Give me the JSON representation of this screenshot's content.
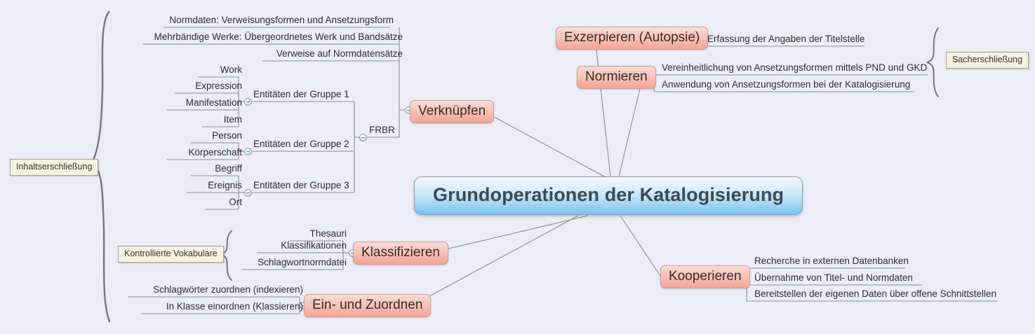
{
  "diagram": {
    "type": "mind-map",
    "title": "Grundoperationen der Katalogisierung",
    "background_color": "#ecedf7",
    "root_color": "#9ed2f3",
    "branch_color": "#f4a596",
    "group_label_color": "#f4f3e2"
  },
  "root": {
    "label": "Grundoperationen der Katalogisierung"
  },
  "groups": {
    "left": {
      "label": "Inhaltserschließung"
    },
    "vocab": {
      "label": "Kontrollierte Vokabulare"
    },
    "right": {
      "label": "Sacherschließung"
    }
  },
  "branches": [
    {
      "id": "verknuepfen",
      "label": "Verknüpfen",
      "children": [
        {
          "label": "Normdaten: Verweisungsformen und Ansetzungsform"
        },
        {
          "label": "Mehrbändige Werke: Übergeordnetes Werk und Bandsätze"
        },
        {
          "label": "Verweise auf Normdatensätze"
        },
        {
          "label": "FRBR",
          "children": [
            {
              "label": "Entitäten der Gruppe 1",
              "children": [
                {
                  "label": "Work"
                },
                {
                  "label": "Expression"
                },
                {
                  "label": "Manifestation"
                },
                {
                  "label": "Item"
                }
              ]
            },
            {
              "label": "Entitäten der Gruppe 2",
              "children": [
                {
                  "label": "Person"
                },
                {
                  "label": "Körperschaft"
                }
              ]
            },
            {
              "label": "Entitäten der Gruppe 3",
              "children": [
                {
                  "label": "Begriff"
                },
                {
                  "label": "Ereignis"
                },
                {
                  "label": "Ort"
                }
              ]
            }
          ]
        }
      ]
    },
    {
      "id": "klassifizieren",
      "label": "Klassifizieren",
      "children": [
        {
          "label": "Thesauri"
        },
        {
          "label": "Klassifikationen"
        },
        {
          "label": "Schlagwortnormdatei"
        }
      ]
    },
    {
      "id": "ein-und-zuordnen",
      "label": "Ein- und Zuordnen",
      "children": [
        {
          "label": "Schlagwörter zuordnen (indexieren)"
        },
        {
          "label": "In Klasse einordnen (Klassieren)"
        }
      ]
    },
    {
      "id": "exzerpieren",
      "label": "Exzerpieren (Autopsie)",
      "children": [
        {
          "label": "Erfassung der Angaben der Titelstelle"
        }
      ]
    },
    {
      "id": "normieren",
      "label": "Normieren",
      "children": [
        {
          "label": "Vereinheitlichung von Ansetzungsformen mittels PND und GKD"
        },
        {
          "label": "Anwendung von Ansetzungsformen bei der Katalogisierung"
        }
      ]
    },
    {
      "id": "kooperieren",
      "label": "Kooperieren",
      "children": [
        {
          "label": "Recherche in externen Datenbanken"
        },
        {
          "label": "Übernahme von Titel- und Normdaten"
        },
        {
          "label": "Bereitstellen der eigenen Daten über offene Schnittstellen"
        }
      ]
    }
  ]
}
